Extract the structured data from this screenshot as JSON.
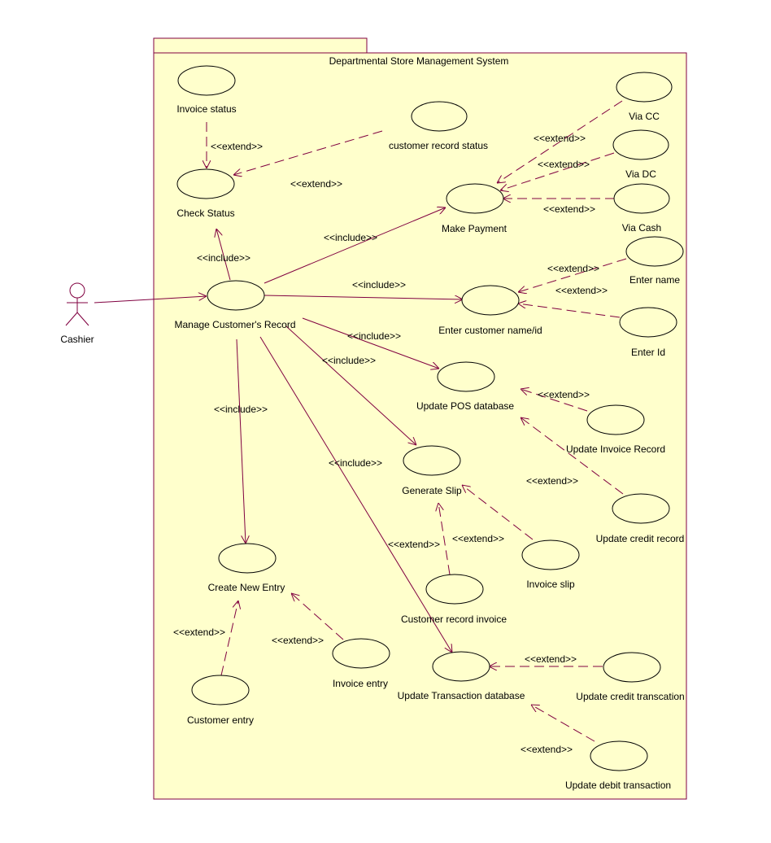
{
  "system": {
    "title": "Departmental Store Management System"
  },
  "colors": {
    "package_fill": "#ffffcc",
    "line": "#800040",
    "text": "#000000"
  },
  "actors": [
    {
      "id": "cashier",
      "label": "Cashier"
    }
  ],
  "use_cases": {
    "invoice_status": "Invoice status",
    "customer_record_status": "customer record status",
    "check_status": "Check Status",
    "via_cc": "Via CC",
    "via_dc": "Via DC",
    "via_cash": "Via Cash",
    "make_payment": "Make Payment",
    "manage_record": "Manage Customer's Record",
    "enter_name": "Enter name",
    "enter_customer": "Enter customer name/id",
    "enter_id": "Enter Id",
    "update_pos": "Update POS database",
    "update_invoice_record": "Update Invoice Record",
    "generate_slip": "Generate Slip",
    "update_credit_record": "Update credit record",
    "invoice_slip": "Invoice slip",
    "create_entry": "Create New Entry",
    "customer_record_invoice": "Customer record invoice",
    "invoice_entry": "Invoice entry",
    "update_transaction": "Update Transaction database",
    "update_credit_txn": "Update credit transcation",
    "customer_entry": "Customer entry",
    "update_debit_txn": "Update debit transaction"
  },
  "stereotypes": {
    "include": "<<include>>",
    "extend": "<<extend>>"
  }
}
